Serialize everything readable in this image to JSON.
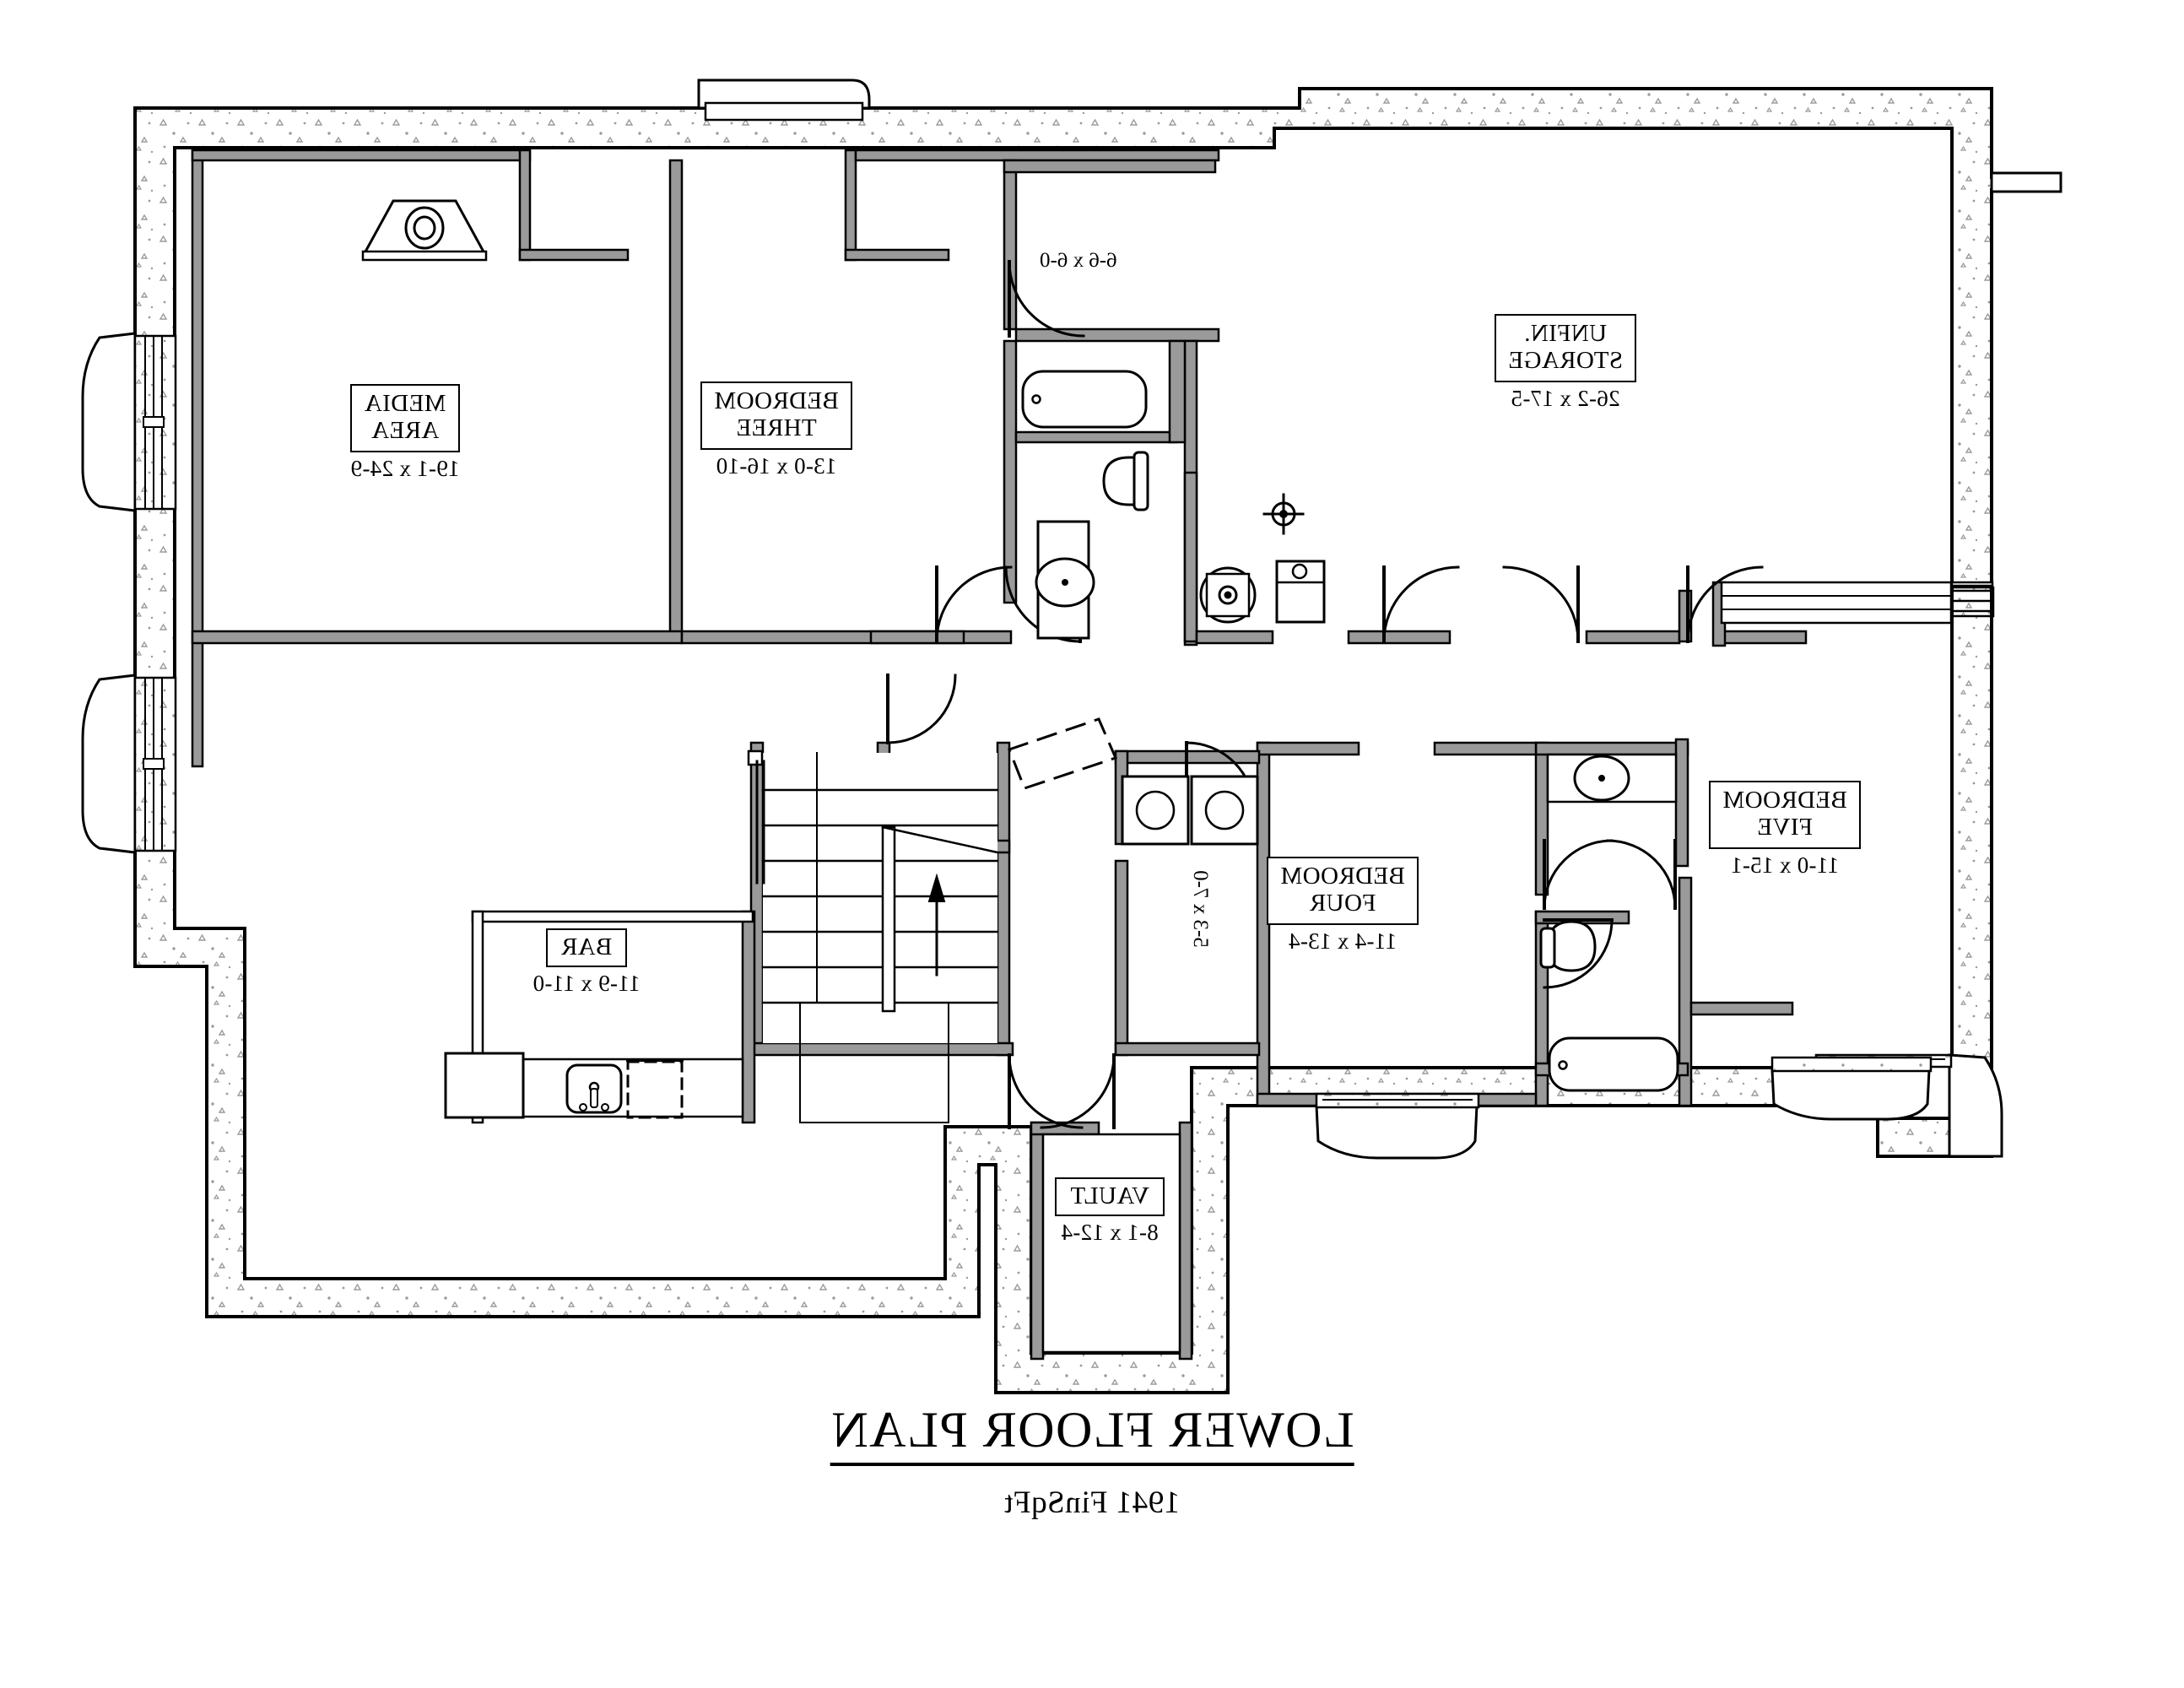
{
  "title": {
    "main": "LOWER FLOOR PLAN",
    "subtitle": "1941 FinSqFt"
  },
  "drawing": {
    "orientation": "mirrored-horizontally",
    "line_color": "#000000",
    "wall_fill": "#ffffff",
    "wall_hatch_color": "#a9a9a9",
    "interior_wall_fill": "#9a9a9a"
  },
  "rooms": [
    {
      "id": "media-area",
      "name_line1": "MEDIA",
      "name_line2": "AREA",
      "dimensions": "19-1 x 24-9"
    },
    {
      "id": "bedroom-three",
      "name_line1": "BEDROOM",
      "name_line2": "THREE",
      "dimensions": "13-0 x 16-10"
    },
    {
      "id": "unfin-storage",
      "name_line1": "UNFIN.",
      "name_line2": "STORAGE",
      "dimensions": "26-2 x 17-5"
    },
    {
      "id": "bedroom-five",
      "name_line1": "BEDROOM",
      "name_line2": "FIVE",
      "dimensions": "11-0 x 15-1"
    },
    {
      "id": "bedroom-four",
      "name_line1": "BEDROOM",
      "name_line2": "FOUR",
      "dimensions": "11-4 x 13-4"
    },
    {
      "id": "bar",
      "name_line1": "BAR",
      "name_line2": "",
      "dimensions": "11-9 x 11-0"
    },
    {
      "id": "vault",
      "name_line1": "VAULT",
      "name_line2": "",
      "dimensions": "8-1 x 12-4"
    }
  ],
  "closets": [
    {
      "id": "bedroom-three-closet",
      "dimensions": "6-6 x 6-0"
    },
    {
      "id": "bedroom-four-closet",
      "dimensions": "5-3 x 7-0"
    }
  ],
  "fixtures": [
    {
      "id": "bath-one-tub",
      "label": "bathtub"
    },
    {
      "id": "bath-one-toilet",
      "label": "toilet"
    },
    {
      "id": "bath-one-vanity",
      "label": "vanity-sink"
    },
    {
      "id": "bath-two-tub",
      "label": "bathtub"
    },
    {
      "id": "bath-two-toilet",
      "label": "toilet"
    },
    {
      "id": "bath-two-vanity",
      "label": "vanity-sink"
    },
    {
      "id": "water-heater",
      "label": "water-heater"
    },
    {
      "id": "furnace",
      "label": "furnace"
    },
    {
      "id": "floor-drain",
      "label": "floor-drain"
    },
    {
      "id": "bar-sink",
      "label": "bar-sink"
    },
    {
      "id": "bar-dishwasher",
      "label": "dishwasher"
    },
    {
      "id": "laundry-washer",
      "label": "washer"
    },
    {
      "id": "laundry-dryer",
      "label": "dryer"
    },
    {
      "id": "media-fireplace",
      "label": "fireplace"
    },
    {
      "id": "stairs",
      "label": "stairs-up"
    }
  ]
}
